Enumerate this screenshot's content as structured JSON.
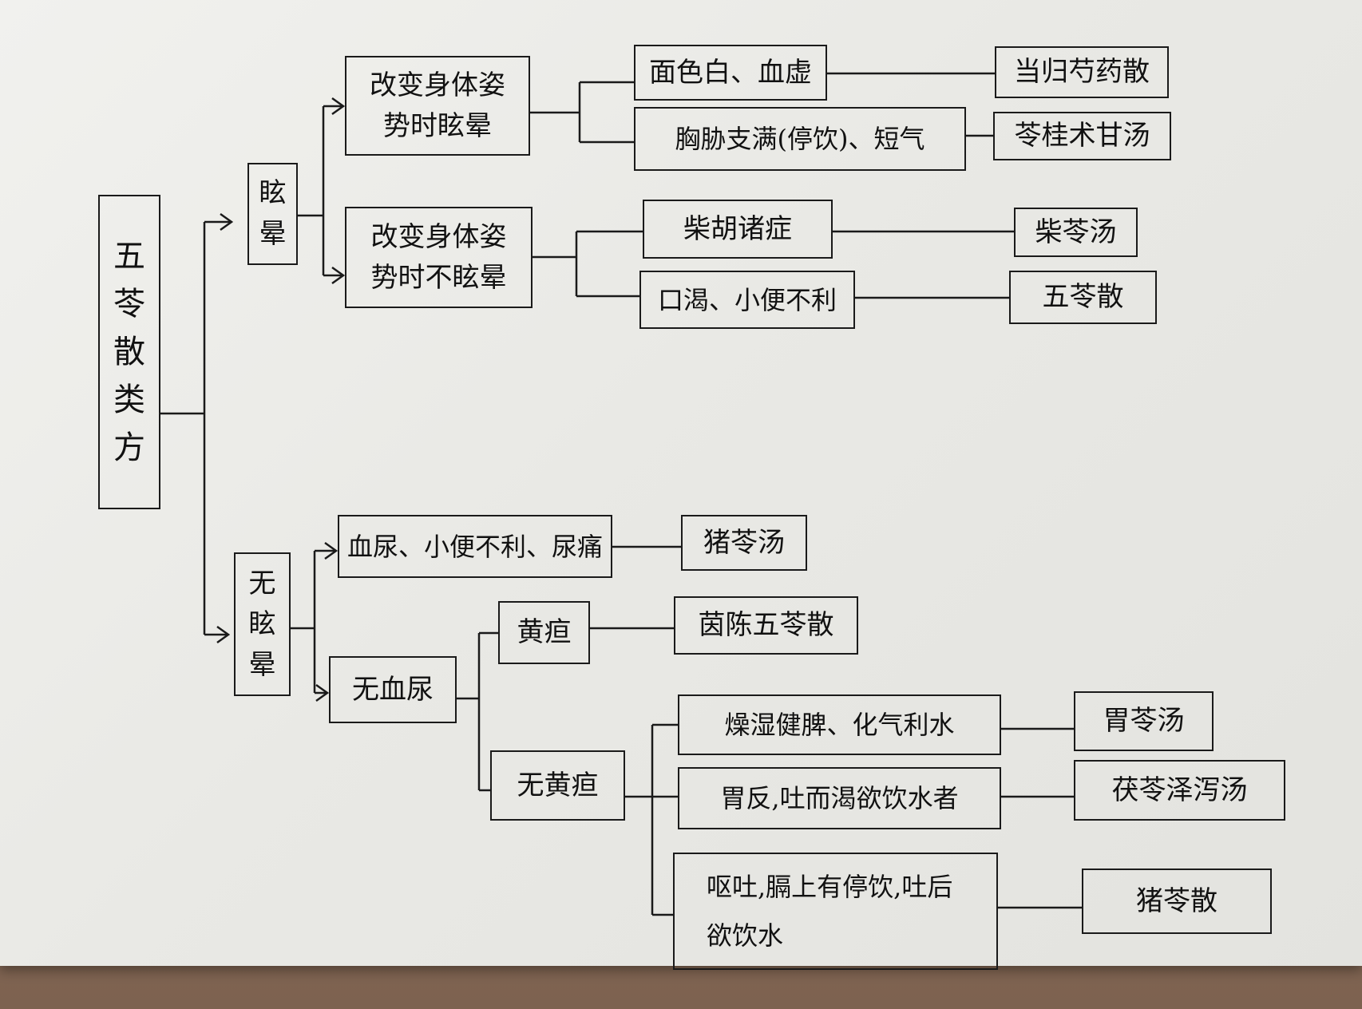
{
  "root": "五苓散类方",
  "dizzy": {
    "label": "眩晕",
    "posture": {
      "label": "改变身体姿势时眩晕",
      "items": [
        {
          "cond": "面色白、血虚",
          "formula": "当归芍药散"
        },
        {
          "cond": "胸胁支满(停饮)、短气",
          "formula": "苓桂术甘汤"
        }
      ]
    },
    "noposture": {
      "label": "改变身体姿势时不眩晕",
      "items": [
        {
          "cond": "柴胡诸症",
          "formula": "柴苓汤"
        },
        {
          "cond": "口渴、小便不利",
          "formula": "五苓散"
        }
      ]
    }
  },
  "nodizzy": {
    "label": "无眩晕",
    "blood": {
      "cond": "血尿、小便不利、尿痛",
      "formula": "猪苓汤"
    },
    "noblood": {
      "label": "无血尿",
      "jaundice": {
        "label": "黄疸",
        "formula": "茵陈五苓散"
      },
      "nojaundice": {
        "label": "无黄疸",
        "items": [
          {
            "cond": "燥湿健脾、化气利水",
            "formula": "胃苓汤"
          },
          {
            "cond": "胃反,吐而渴欲饮水者",
            "formula": "茯苓泽泻汤"
          },
          {
            "cond": "呕吐,膈上有停饮,吐后欲饮水",
            "formula": "猪苓散"
          }
        ]
      }
    }
  }
}
